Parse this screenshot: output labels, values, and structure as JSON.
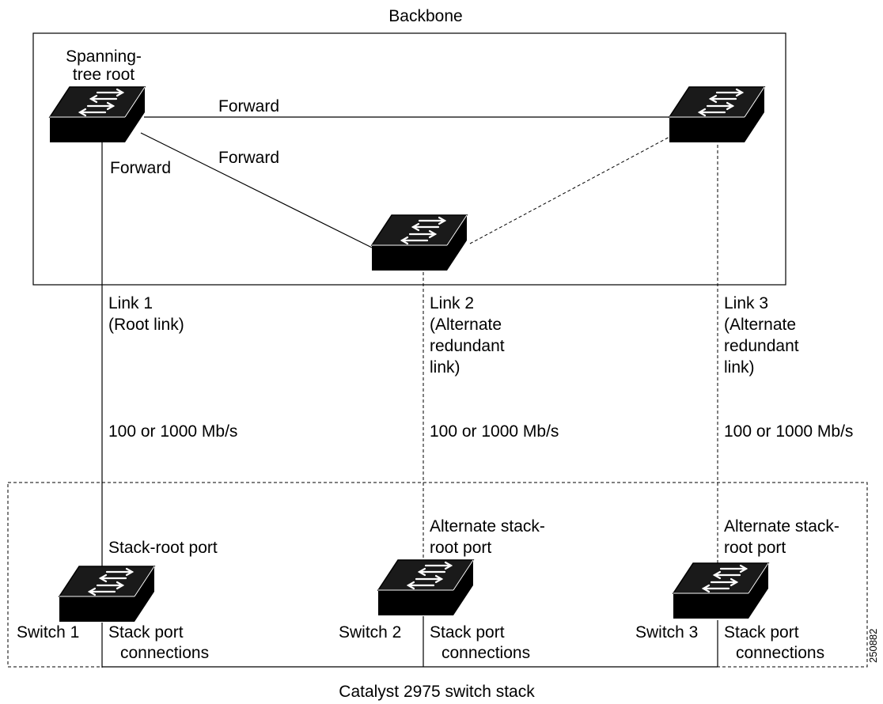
{
  "backbone": {
    "title": "Backbone",
    "root_label_line1": "Spanning-",
    "root_label_line2": "tree root",
    "forward_top": "Forward",
    "forward_diag": "Forward",
    "forward_left": "Forward"
  },
  "links": [
    {
      "line1": "Link 1",
      "line2": "(Root link)",
      "line3": "",
      "line4": "",
      "speed": "100 or 1000 Mb/s"
    },
    {
      "line1": "Link 2",
      "line2": "(Alternate",
      "line3": "redundant",
      "line4": "link)",
      "speed": "100 or 1000 Mb/s"
    },
    {
      "line1": "Link 3",
      "line2": "(Alternate",
      "line3": "redundant",
      "line4": "link)",
      "speed": "100 or 1000 Mb/s"
    }
  ],
  "stack": {
    "title": "Catalyst 2975 switch stack",
    "switches": [
      {
        "name": "Switch 1",
        "port_line1": "Stack-root port",
        "port_line2": "",
        "conn_line1": "Stack port",
        "conn_line2": "connections"
      },
      {
        "name": "Switch 2",
        "port_line1": "Alternate stack-",
        "port_line2": "root port",
        "conn_line1": "Stack port",
        "conn_line2": "connections"
      },
      {
        "name": "Switch 3",
        "port_line1": "Alternate stack-",
        "port_line2": "root port",
        "conn_line1": "Stack port",
        "conn_line2": "connections"
      }
    ]
  },
  "figure_id": "250882",
  "icons": {
    "switch": "network-switch-icon"
  },
  "colors": {
    "line": "#000000",
    "switch_fill": "#000000",
    "arrow": "#ffffff",
    "background": "#ffffff"
  }
}
